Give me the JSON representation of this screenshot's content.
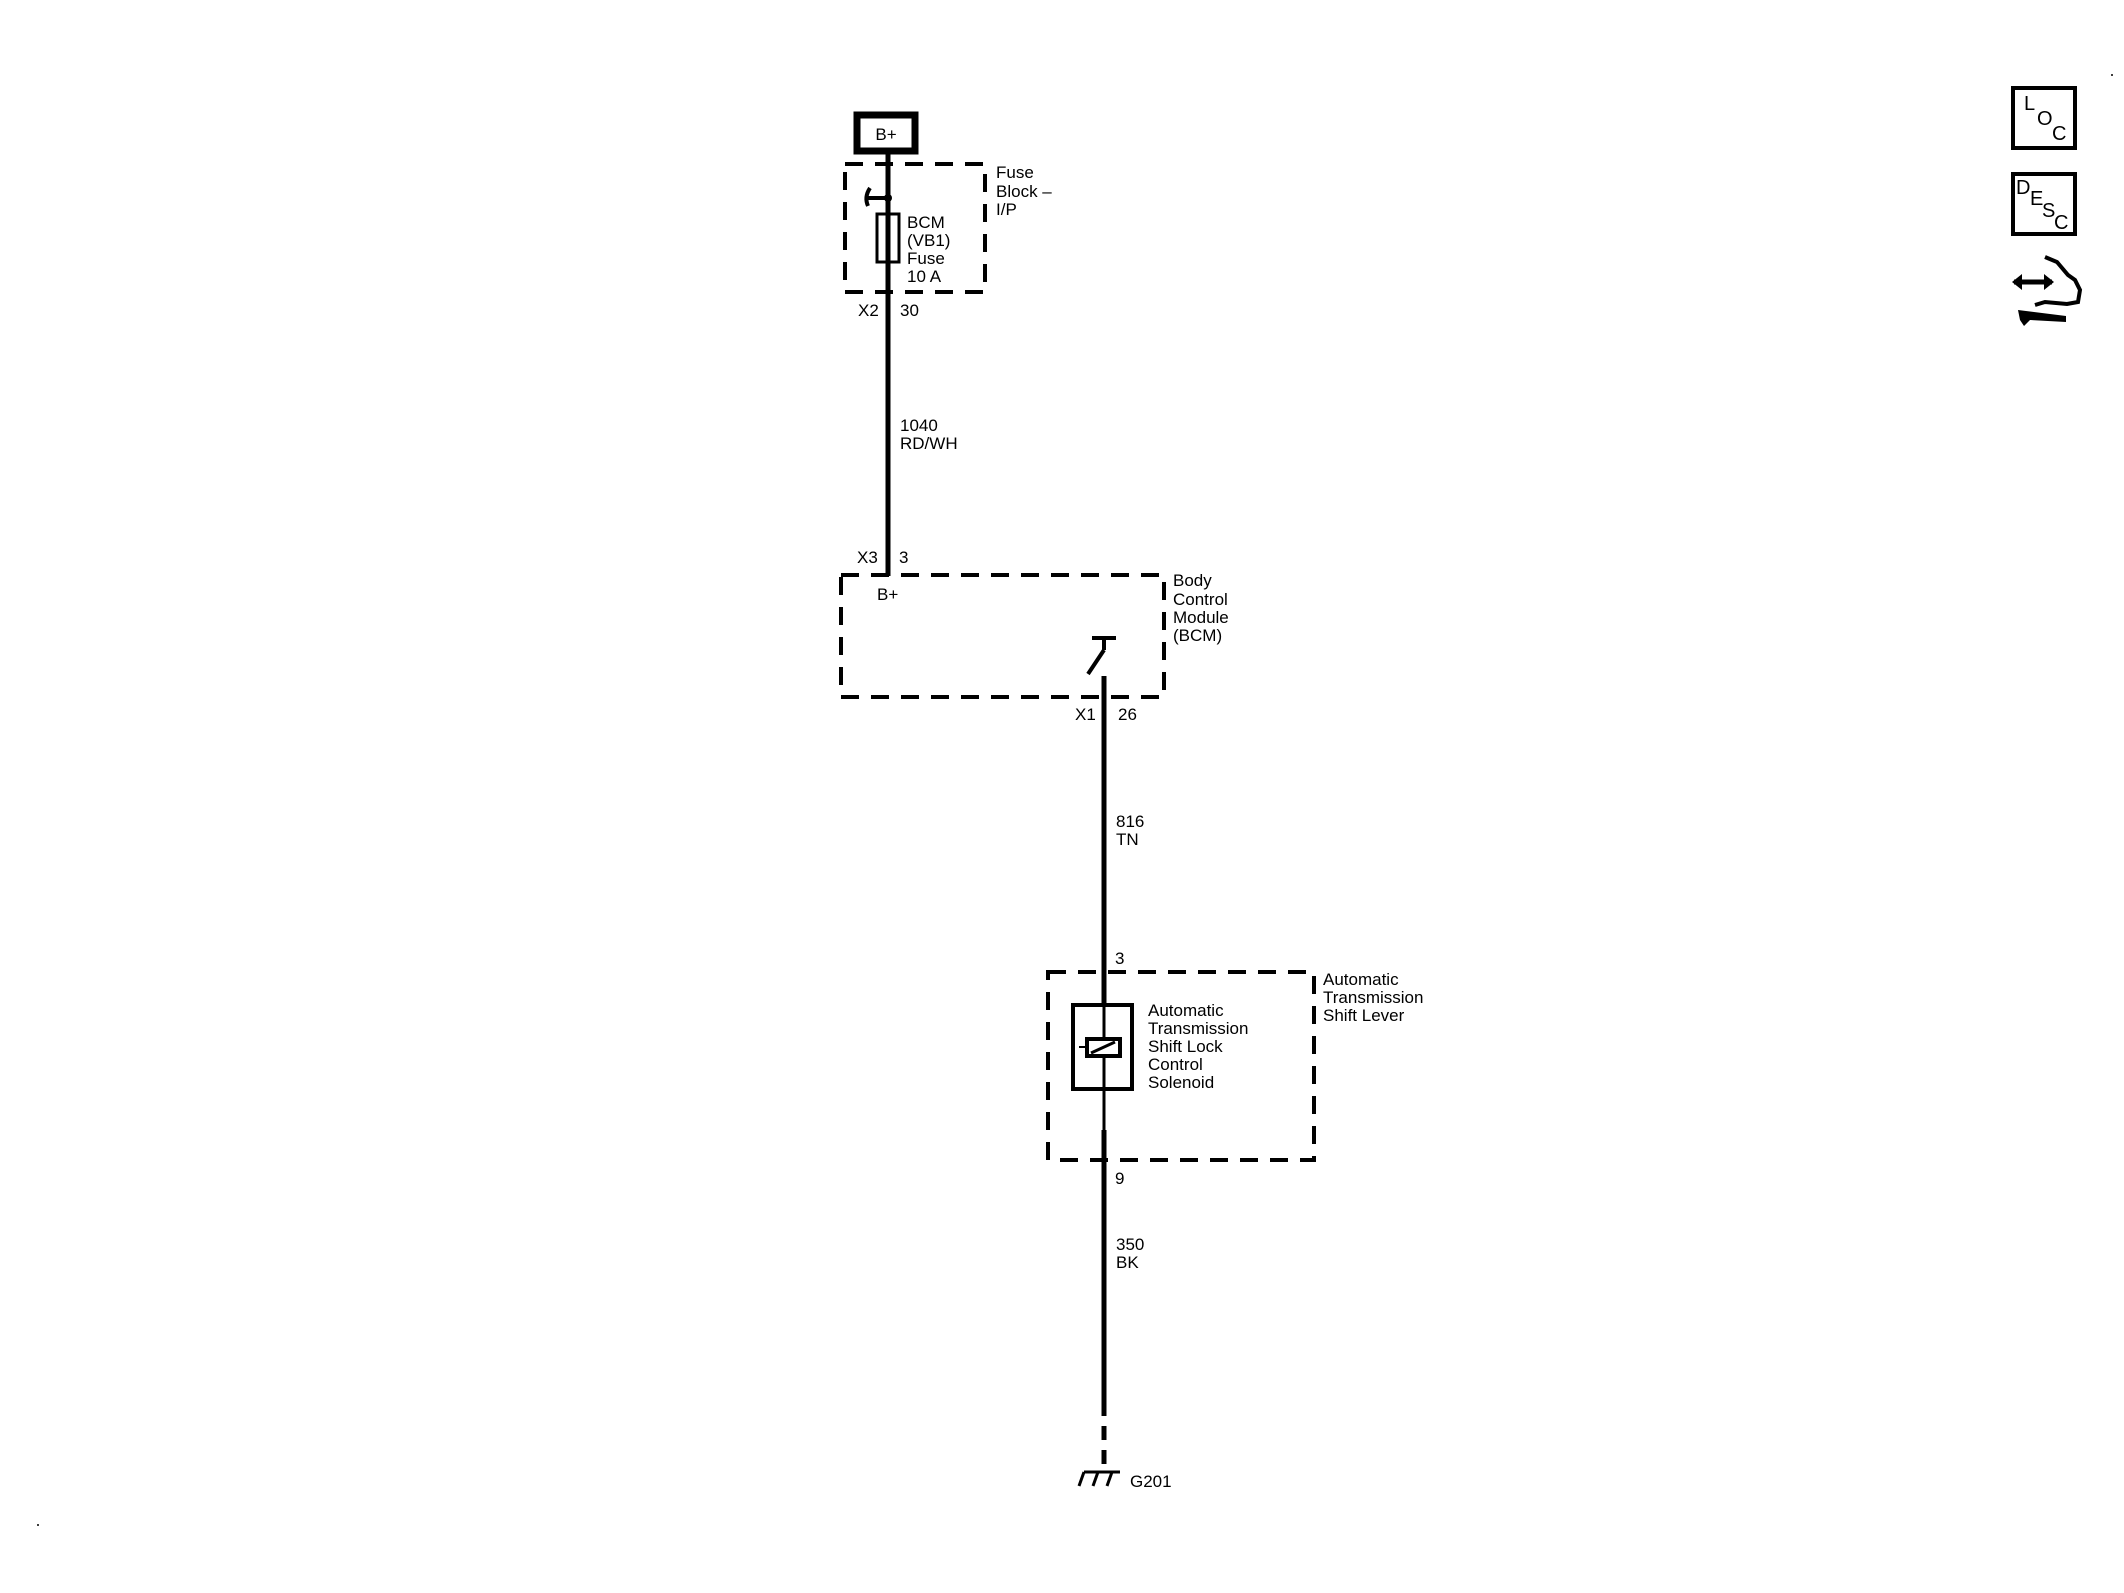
{
  "diagram": {
    "power_source": {
      "label": "B+"
    },
    "fuse_block": {
      "title_lines": [
        "Fuse",
        "Block –",
        "I/P"
      ],
      "fuse_lines": [
        "BCM",
        "(VB1)",
        "Fuse",
        "10 A"
      ],
      "connector": "X2",
      "pin": "30"
    },
    "wire_1": {
      "circuit": "1040",
      "color": "RD/WH"
    },
    "bcm": {
      "title_lines": [
        "Body",
        "Control",
        "Module",
        "(BCM)"
      ],
      "input_connector": "X3",
      "input_pin": "3",
      "input_label": "B+",
      "output_connector": "X1",
      "output_pin": "26"
    },
    "wire_2": {
      "circuit": "816",
      "color": "TN"
    },
    "shift_lever": {
      "title_lines": [
        "Automatic",
        "Transmission",
        "Shift Lever"
      ],
      "pin_in": "3",
      "pin_out": "9",
      "solenoid_lines": [
        "Automatic",
        "Transmission",
        "Shift Lock",
        "Control",
        "Solenoid"
      ]
    },
    "wire_3": {
      "circuit": "350",
      "color": "BK"
    },
    "ground": {
      "label": "G201"
    }
  },
  "side_icons": {
    "loc": {
      "letters": [
        "L",
        "O",
        "C"
      ],
      "icon": "location-icon"
    },
    "desc": {
      "letters": [
        "D",
        "E",
        "S",
        "C"
      ],
      "icon": "description-icon"
    },
    "connector": {
      "icon": "connector-repair-icon"
    }
  }
}
